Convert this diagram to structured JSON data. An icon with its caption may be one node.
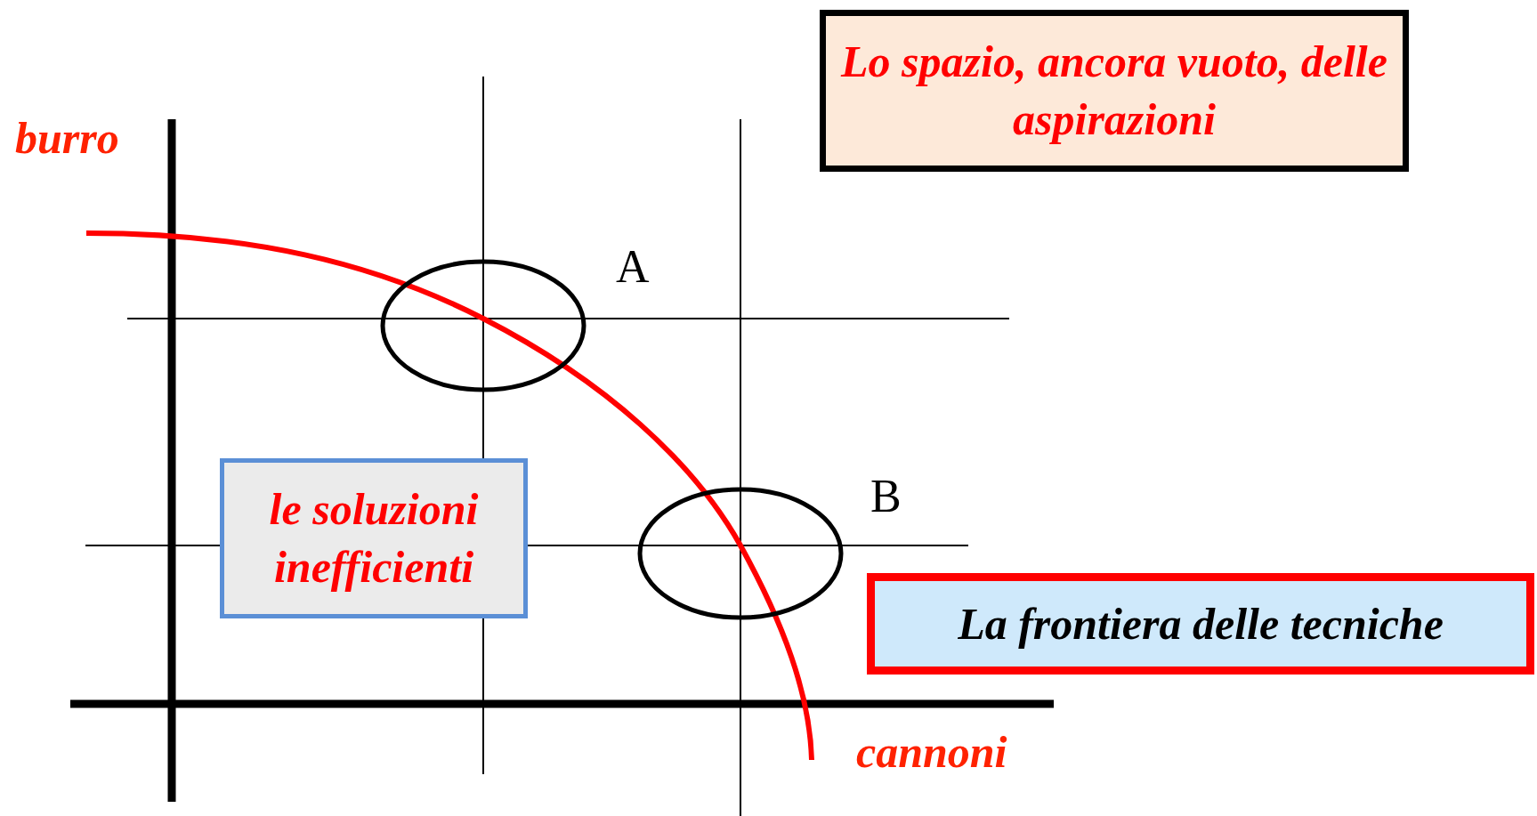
{
  "diagram": {
    "nodes": [
      {
        "text": [
          "Lo spazio, ancora vuoto, delle aspirazioni"
        ]
      },
      {
        "text": [
          "le soluzioni inefficienti"
        ]
      },
      {
        "text": [
          "La frontiera delle tecniche"
        ]
      }
    ],
    "labels": [
      "burro",
      "A",
      "B",
      "cannoni"
    ]
  }
}
